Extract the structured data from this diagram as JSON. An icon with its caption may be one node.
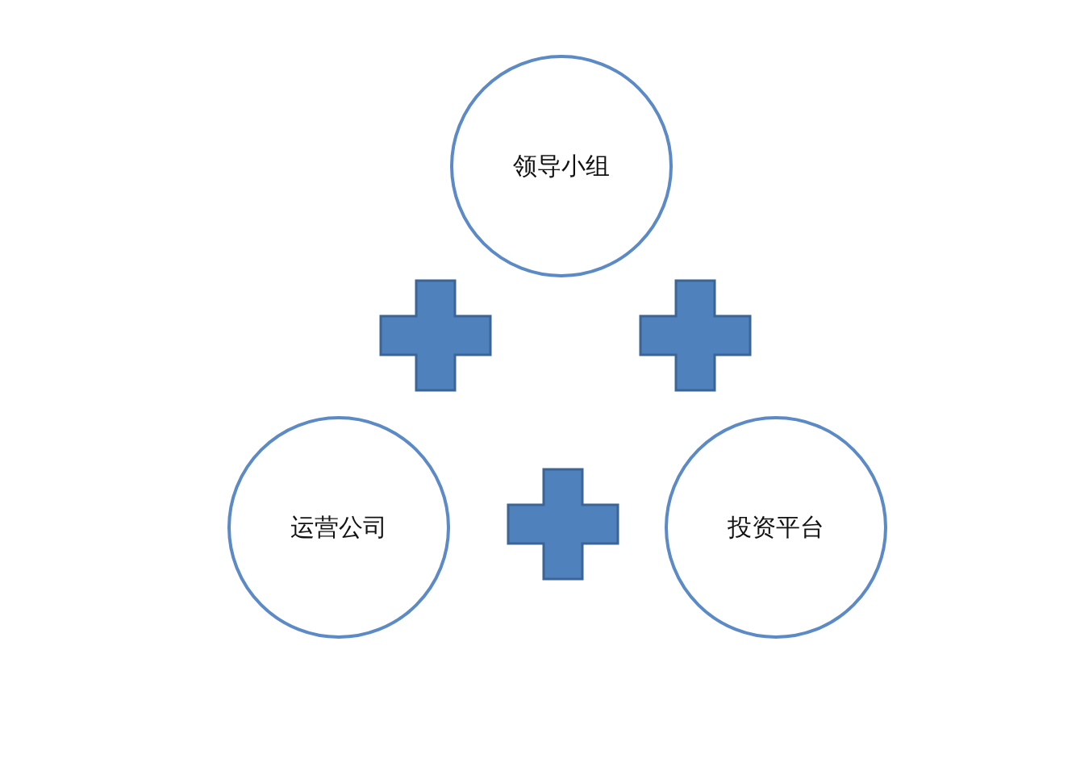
{
  "diagram": {
    "nodes": [
      {
        "text": [
          "领导小组"
        ]
      },
      {
        "text": [
          "运营公司"
        ]
      },
      {
        "text": [
          "投资平台"
        ]
      }
    ]
  }
}
